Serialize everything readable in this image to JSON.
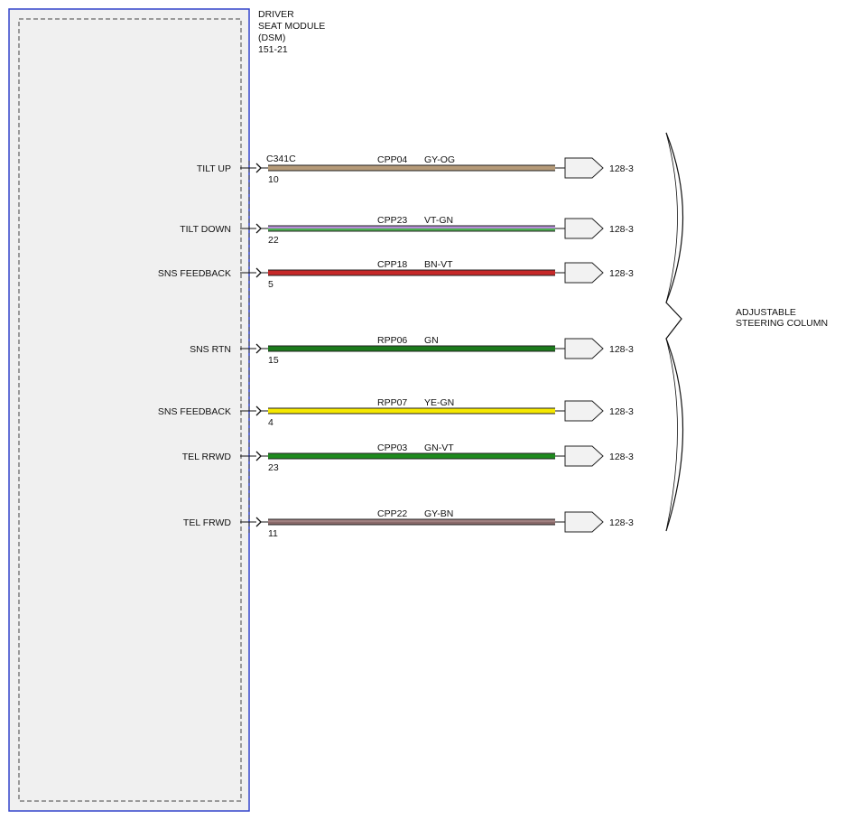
{
  "module": {
    "title_lines": [
      "DRIVER",
      "SEAT MODULE",
      "(DSM)",
      "151-21"
    ],
    "connector": "C341C",
    "border_color": "#3344cc",
    "fill_color": "#f0f0f0"
  },
  "circuits": [
    {
      "label": "TILT UP",
      "pin": "10",
      "circuit": "CPP04",
      "wire_color": "GY-OG",
      "colors": [
        "#b59a78",
        "#b59a78"
      ],
      "dest": "128-3"
    },
    {
      "label": "TILT DOWN",
      "pin": "22",
      "circuit": "CPP23",
      "wire_color": "VT-GN",
      "colors": [
        "#b58fd6",
        "#4caf50"
      ],
      "dest": "128-3"
    },
    {
      "label": "SNS FEEDBACK",
      "pin": "5",
      "circuit": "CPP18",
      "wire_color": "BN-VT",
      "colors": [
        "#c62828",
        "#c62828"
      ],
      "dest": "128-3"
    },
    {
      "label": "SNS RTN",
      "pin": "15",
      "circuit": "RPP06",
      "wire_color": "GN",
      "colors": [
        "#1b7a1b",
        "#1b7a1b"
      ],
      "dest": "128-3"
    },
    {
      "label": "SNS FEEDBACK",
      "pin": "4",
      "circuit": "RPP07",
      "wire_color": "YE-GN",
      "colors": [
        "#f5e800",
        "#f5e800"
      ],
      "dest": "128-3"
    },
    {
      "label": "TEL RRWD",
      "pin": "23",
      "circuit": "CPP03",
      "wire_color": "GN-VT",
      "colors": [
        "#1e8a1e",
        "#1e8a1e"
      ],
      "dest": "128-3"
    },
    {
      "label": "TEL FRWD",
      "pin": "11",
      "circuit": "CPP22",
      "wire_color": "GY-BN",
      "colors": [
        "#a08080",
        "#8a6a6a"
      ],
      "dest": "128-3"
    }
  ],
  "group": {
    "label_lines": [
      "ADJUSTABLE",
      "STEERING COLUMN"
    ]
  }
}
